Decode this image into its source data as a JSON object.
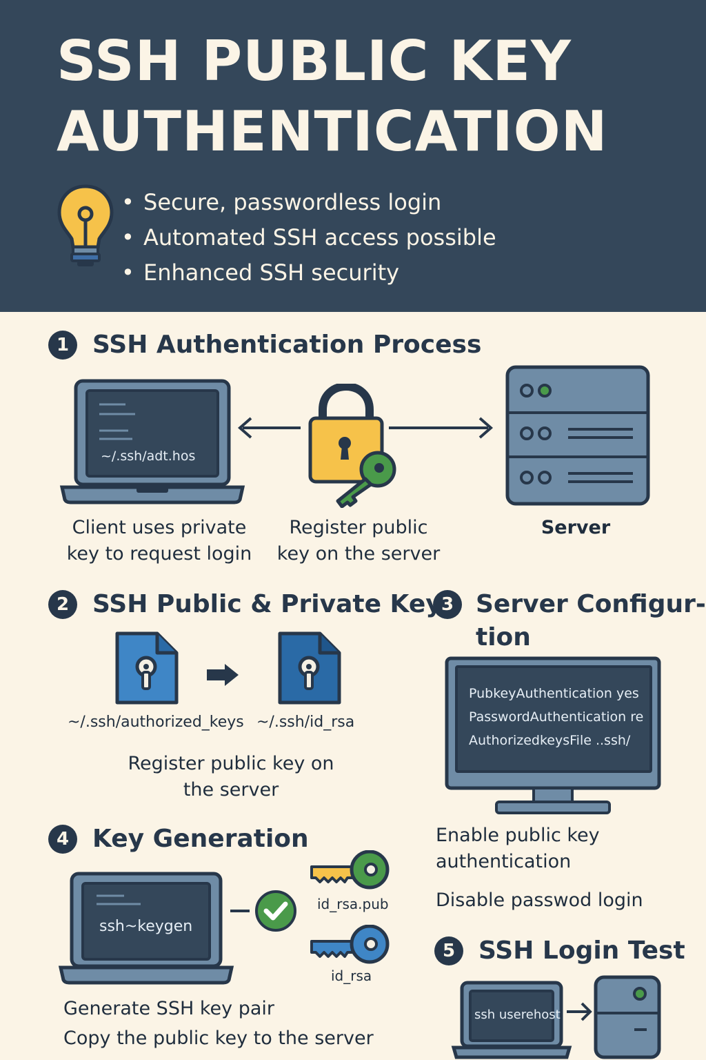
{
  "header": {
    "title": "SSH PUBLIC KEY AUTHENTICATION",
    "bullets": [
      "Secure, passwordless login",
      "Automated SSH access possible",
      "Enhanced SSH security"
    ]
  },
  "section1": {
    "number": "1",
    "title": "SSH Authentication Process",
    "laptop_text": "~/.ssh/adt.hos",
    "client_caption_line1": "Client uses private",
    "client_caption_line2": "key to request login",
    "lock_caption_line1": "Register public",
    "lock_caption_line2": "key on the server",
    "server_caption": "Server"
  },
  "section2": {
    "number": "2",
    "title": "SSH Public & Private Key",
    "file1_label": "~/.ssh/authorized_keys",
    "file2_label": "~/.ssh/id_rsa",
    "caption_line1": "Register public key on",
    "caption_line2": "the server"
  },
  "section3": {
    "number": "3",
    "title_line1": "Server Configur-",
    "title_line2": "tion",
    "config_lines": [
      "PubkeyAuthentication yes",
      "PasswordAuthentication re",
      "AuthorizedkeysFile  ..ssh/"
    ],
    "caption_line1": "Enable public key",
    "caption_line2": "authentication",
    "caption_line3": "Disable passwod login"
  },
  "section4": {
    "number": "4",
    "title": "Key Generation",
    "laptop_text": "ssh~keygen",
    "key1_label": "id_rsa.pub",
    "key2_label": "id_rsa",
    "caption_line1": "Generate SSH key pair",
    "caption_line2": "Copy the public key to the server"
  },
  "section5": {
    "number": "5",
    "title": "SSH Login Test",
    "laptop_text": "ssh userehost"
  },
  "colors": {
    "header_bg": "#34475a",
    "page_bg": "#fbf4e6",
    "lock_yellow": "#f6c24a",
    "key_green": "#4a9a4a",
    "file_blue_light": "#3f86c6",
    "file_blue_dark": "#2a6aa6",
    "device_blue": "#6f8ca6"
  }
}
